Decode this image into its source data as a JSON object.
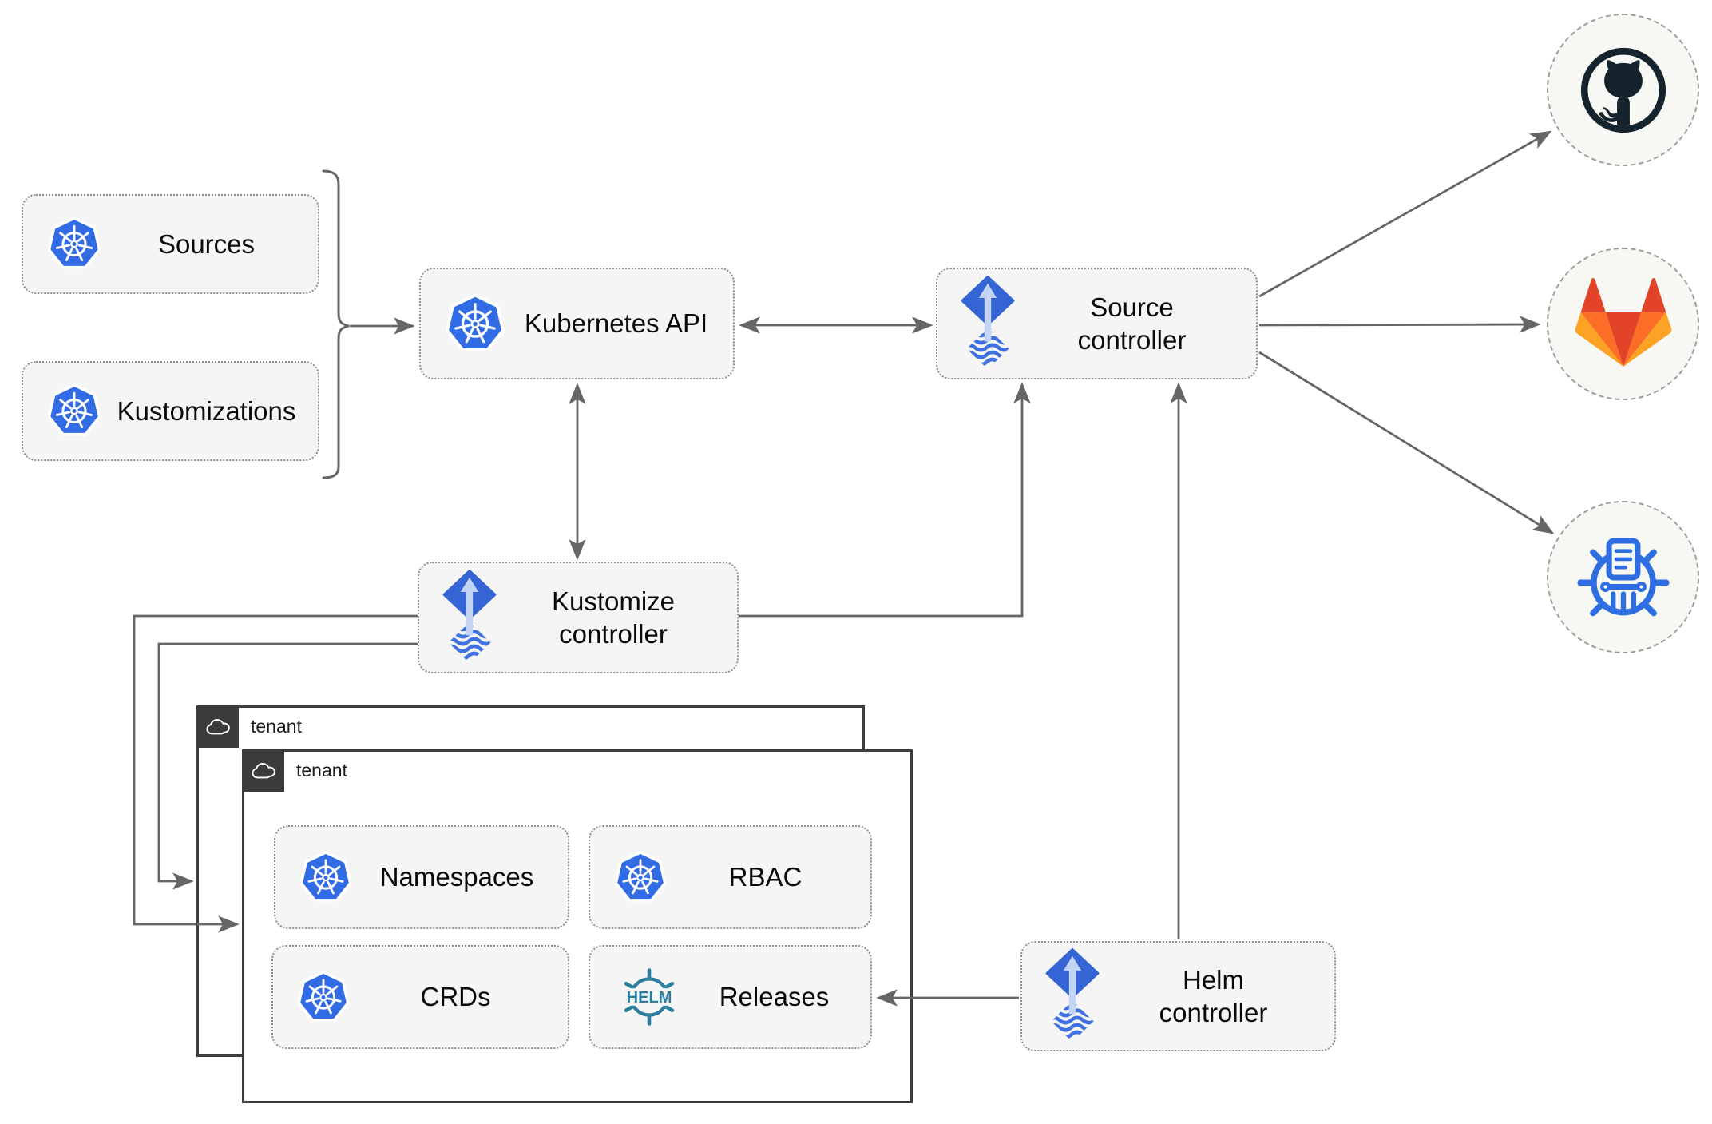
{
  "nodes": {
    "sources": {
      "label": "Sources"
    },
    "kustomizations": {
      "label": "Kustomizations"
    },
    "kubernetes_api": {
      "label": "Kubernetes API"
    },
    "source_controller": {
      "label": "Source controller"
    },
    "kustomize_controller": {
      "label": "Kustomize controller"
    },
    "helm_controller": {
      "label": "Helm controller"
    },
    "namespaces": {
      "label": "Namespaces"
    },
    "rbac": {
      "label": "RBAC"
    },
    "crds": {
      "label": "CRDs"
    },
    "releases": {
      "label": "Releases"
    }
  },
  "containers": {
    "outer": {
      "label": "tenant"
    },
    "inner": {
      "label": "tenant"
    }
  },
  "icons": {
    "kubernetes": "kubernetes-wheel",
    "flux": "flux-diamond-arrow",
    "helm": "helm-ship-wheel",
    "helm_wordmark": "HELM",
    "github": "github-octocat",
    "gitlab": "gitlab-fox",
    "chartmuseum": "chart-registry-wheel",
    "cloud": "cloud-outline"
  },
  "colors": {
    "kubernetes_blue": "#326ce5",
    "flux_blue": "#3565d4",
    "flux_light": "#c3d4f4",
    "helm_teal": "#2a7d9c",
    "github_dark": "#15232d",
    "gitlab_red": "#e24329",
    "gitlab_orange": "#fc6d26",
    "gitlab_yellow": "#fca326",
    "registry_blue": "#2f6ee0",
    "arrow_gray": "#666666",
    "node_fill": "#f5f5f5",
    "tenant_tab_dark": "#3b3b3b"
  }
}
